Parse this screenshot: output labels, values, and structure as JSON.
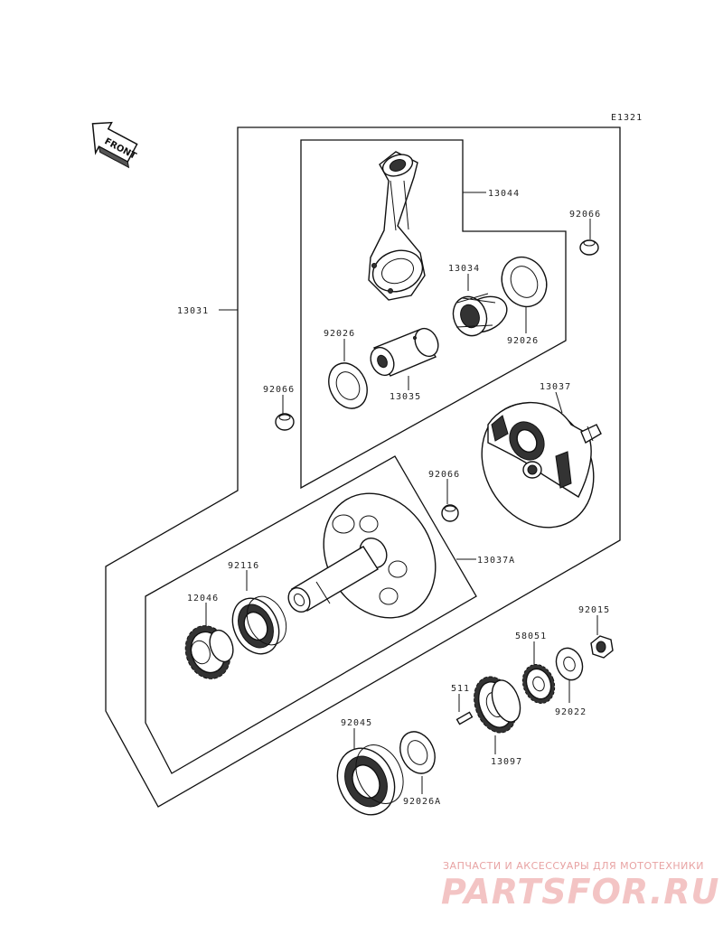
{
  "diagram_id": "E1321",
  "front_label": "FRONT",
  "labels": {
    "p13031": "13031",
    "p13044": "13044",
    "p92066_a": "92066",
    "p13034": "13034",
    "p92026_a": "92026",
    "p92026_b": "92026",
    "p13035": "13035",
    "p92066_b": "92066",
    "p13037": "13037",
    "p92066_c": "92066",
    "p13037A": "13037A",
    "p92116": "92116",
    "p12046": "12046",
    "p92015": "92015",
    "p58051": "58051",
    "p92022": "92022",
    "p511": "511",
    "p13097": "13097",
    "p92045": "92045",
    "p92026A": "92026A"
  },
  "watermark": {
    "tagline": "ЗАПЧАСТИ И АКСЕССУАРЫ ДЛЯ МОТОТЕХНИКИ",
    "brand": "PARTSFOR.RU",
    "color": "#e8a3a3"
  }
}
